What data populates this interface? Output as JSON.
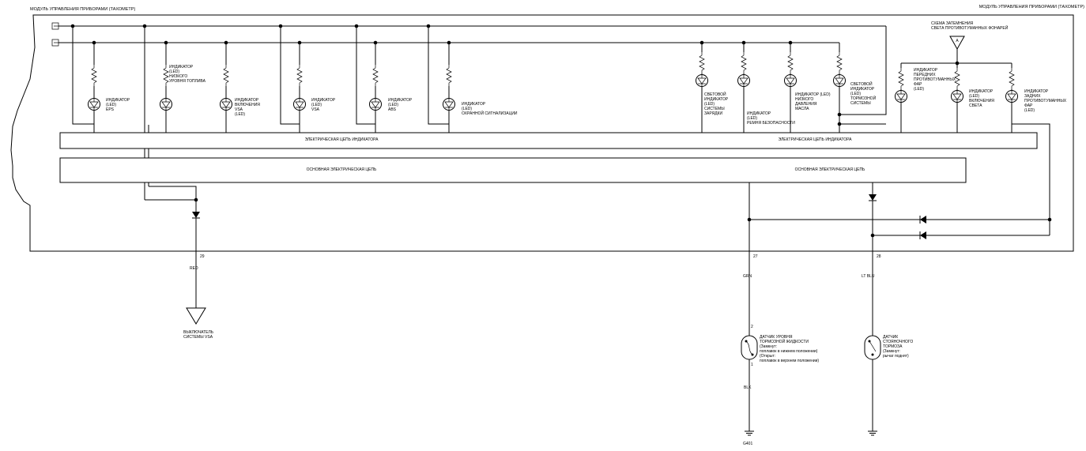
{
  "header": {
    "left_title": "МОДУЛЬ УПРАВЛЕНИЯ ПРИБОРАМИ (ТАХОМЕТР)",
    "right_title": "МОДУЛЬ УПРАВЛЕНИЯ ПРИБОРАМИ (ТАХОМЕТР)"
  },
  "buses": {
    "indicator_circuit": "ЭЛЕКТРИЧЕСКАЯ ЦЕПЬ ИНДИКАТОРА",
    "main_circuit": "ОСНОВНАЯ ЭЛЕКТРИЧЕСКАЯ ЦЕПЬ"
  },
  "dimmer": {
    "title_lines": [
      "СХЕМА ЗАТЕМНЕНИЯ",
      "СВЕТА ПРОТИВОТУМАННЫХ ФОНАРЕЙ"
    ],
    "connector_label": "A"
  },
  "indicators": [
    {
      "lines": [
        "ИНДИКАТОР",
        "(LED)",
        "EPS"
      ]
    },
    {
      "lines": [
        "ИНДИКАТОР",
        "(LED)",
        "НИЗКОГО",
        "УРОВНЯ ТОПЛИВА"
      ]
    },
    {
      "lines": [
        "ИНДИКАТОР",
        "ВКЛЮЧЕНИЯ",
        "VSA",
        "(LED)"
      ]
    },
    {
      "lines": [
        "ИНДИКАТОР",
        "(LED)",
        "VSA"
      ]
    },
    {
      "lines": [
        "ИНДИКАТОР",
        "(LED)",
        "ABS"
      ]
    },
    {
      "lines": [
        "ИНДИКАТОР",
        "(LED)",
        "ОХРАННОЙ СИГНАЛИЗАЦИИ"
      ]
    },
    {
      "lines": [
        "СВЕТОВОЙ",
        "ИНДИКАТОР",
        "(LED)",
        "СИСТЕМЫ",
        "ЗАРЯДКИ"
      ]
    },
    {
      "lines": [
        "ИНДИКАТОР",
        "(LED)",
        "РЕМНЯ БЕЗОПАСНОСТИ"
      ]
    },
    {
      "lines": [
        "ИНДИКАТОР (LED)",
        "НИЗКОГО",
        "ДАВЛЕНИЯ",
        "МАСЛА"
      ]
    },
    {
      "lines": [
        "СВЕТОВОЙ",
        "ИНДИКАТОР",
        "(LED)",
        "ТОРМОЗНОЙ",
        "СИСТЕМЫ"
      ]
    },
    {
      "lines": [
        "ИНДИКАТОР",
        "ПЕРЕДНИХ",
        "ПРОТИВОТУМАННЫХ",
        "ФАР",
        "(LED)"
      ]
    },
    {
      "lines": [
        "ИНДИКАТОР",
        "(LED)",
        "ВКЛЮЧЕНИЯ",
        "СВЕТА"
      ]
    },
    {
      "lines": [
        "ИНДИКАТОР",
        "ЗАДНИХ",
        "ПРОТИВОТУМАННЫХ",
        "ФАР",
        "(LED)"
      ]
    }
  ],
  "outputs": [
    {
      "pin": "29",
      "wire": "RED",
      "dest_lines": [
        "ВЫКЛЮЧАТЕЛЬ",
        "СИСТЕМЫ VSA"
      ]
    },
    {
      "pin": "27",
      "wire": "GRN",
      "pin_top": "2",
      "pin_bottom": "1",
      "wire_bottom": "BLK",
      "ground": "G401",
      "dest_lines": [
        "ДАТЧИК УРОВНЯ",
        "ТОРМОЗНОЙ ЖИДКОСТИ",
        "(Замкнут:",
        "поплавок в нижнем положении)",
        "(Открыт:",
        "поплавок в верхнем положении)"
      ]
    },
    {
      "pin": "28",
      "wire": "LT BLU",
      "dest_lines": [
        "ДАТЧИК",
        "СТОЯНОЧНОГО",
        "ТОРМОЗА",
        "(Замкнут:",
        "рычаг поднят)"
      ]
    }
  ]
}
